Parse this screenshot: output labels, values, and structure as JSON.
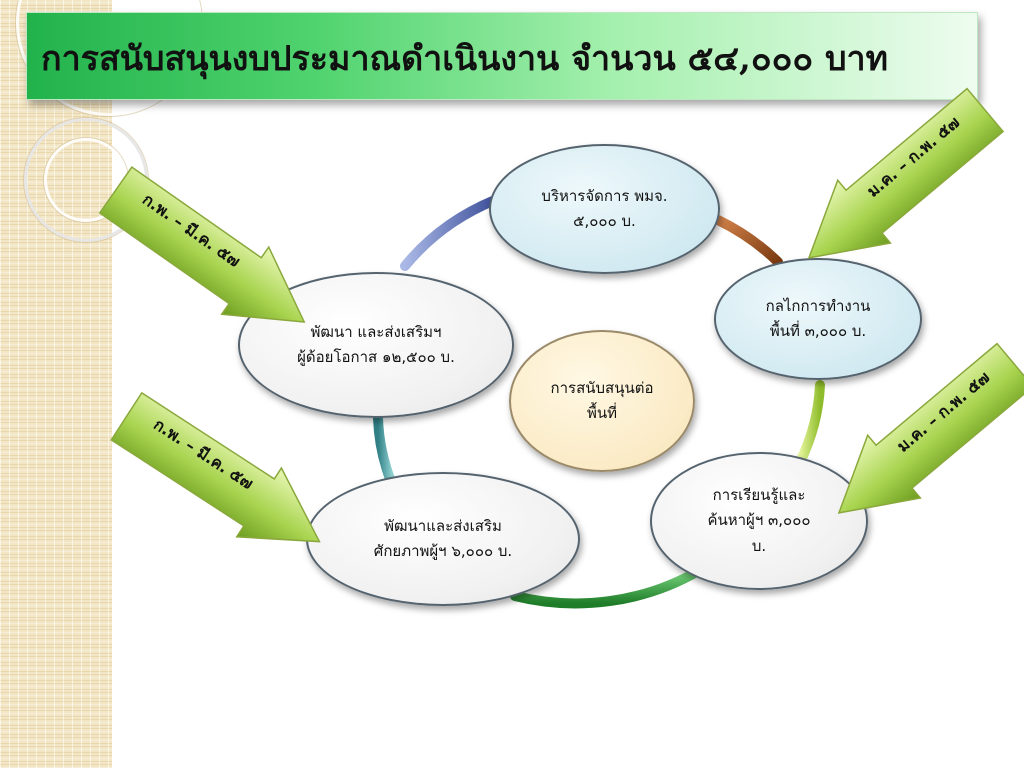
{
  "title": "การสนับสนุนงบประมาณดำเนินงาน จำนวน ๕๔,๐๐๐ บาท",
  "center": {
    "line1": "การสนับสนุนต่อ",
    "line2": "พื้นที่"
  },
  "nodes": {
    "admin": {
      "line1": "บริหารจัดการ พมจ.",
      "line2": "๕,๐๐๐ บ."
    },
    "mechanism": {
      "line1": "กลไกการทำงาน",
      "line2": "พื้นที่ ๓,๐๐๐ บ."
    },
    "learning": {
      "line1": "การเรียนรู้และ",
      "line2": "ค้นหาผู้ฯ  ๓,๐๐๐",
      "line3": "บ."
    },
    "capacity": {
      "line1": "พัฒนาและส่งเสริม",
      "line2": "ศักยภาพผู้ฯ ๖,๐๐๐ บ."
    },
    "development": {
      "line1": "พัฒนา และส่งเสริมฯ",
      "line2": "ผู้ด้อยโอกาส ๑๒,๕๐๐ บ."
    }
  },
  "arrows": {
    "top_left": "ก.พ. – มี.ค. ๕๗",
    "bottom_left": "ก.พ. – มี.ค. ๕๗",
    "top_right": "ม.ค. – ก.พ. ๕๗",
    "bottom_right": "ม.ค. – ก.พ. ๕๗"
  },
  "colors": {
    "title_gradient_start": "#22b24c",
    "arc_colors": [
      "#4f63a8",
      "#8b4513",
      "#a9d13f",
      "#2e9e3a",
      "#3e8f94"
    ],
    "arrow_fill": "#8cc63f"
  }
}
